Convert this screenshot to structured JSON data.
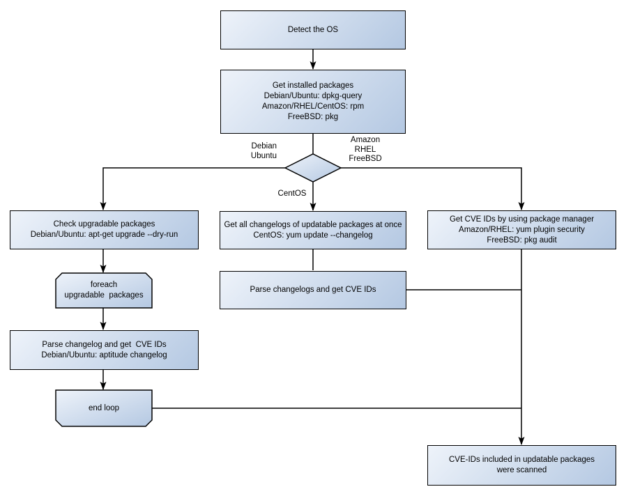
{
  "diagram": {
    "title_hint": "OS package vulnerability scan flowchart",
    "colors": {
      "background": "#ffffff",
      "node_fill_light": "#eef3fa",
      "node_fill_dark": "#b4c8e2",
      "node_border": "#000000",
      "connector": "#000000",
      "text": "#000000"
    },
    "nodes": {
      "detect_os": "Detect the OS",
      "get_installed": "Get installed packages\nDebian/Ubuntu: dpkg-query\nAmazon/RHEL/CentOS: rpm\nFreeBSD: pkg",
      "check_upgradable": "Check upgradable packages\nDebian/Ubuntu: apt-get upgrade --dry-run",
      "foreach_loop": "foreach\nupgradable  packages",
      "parse_changelog_left": "Parse changelog and get  CVE IDs\nDebian/Ubuntu: aptitude changelog",
      "end_loop": "end loop",
      "get_all_changelogs": "Get all changelogs of updatable packages at once\nCentOS: yum update --changelog",
      "parse_changelogs_mid": "Parse changelogs and get CVE IDs",
      "get_cve_pkg_mgr": "Get CVE IDs by using package manager\nAmazon/RHEL: yum plugin security\nFreeBSD: pkg audit",
      "scanned_result": "CVE-IDs included in updatable packages\nwere scanned"
    },
    "edge_labels": {
      "debian_ubuntu": "Debian\nUbuntu",
      "amazon_rhel_freebsd": "Amazon\nRHEL\nFreeBSD",
      "centos": "CentOS"
    }
  }
}
